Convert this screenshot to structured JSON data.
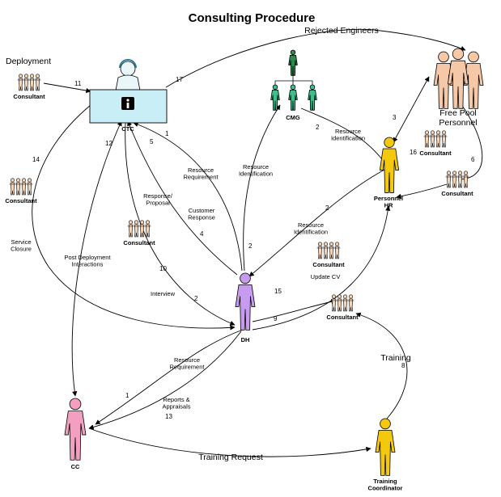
{
  "title": "Consulting Procedure",
  "nodes": {
    "ctc": "CTC",
    "cmg": "CMG",
    "dh": "DH",
    "hr": "Personnel\nHR",
    "cc": "CC",
    "training_coordinator": "Training\nCoordinator",
    "free_pool": "Free Pool\nPersonnel",
    "deployment": "Deployment"
  },
  "consultant_label": "Consultant",
  "edge_labels": {
    "rejected": "Rejected Engineers",
    "training": "Training",
    "training_request": "Training Request",
    "resource_requirement": "Resource\nRequirement",
    "resource_requirement_2": "Resource\nRequirement",
    "resource_identification_1": "Resource\nIdentification",
    "resource_identification_2": "Resource\nIdentification",
    "resource_identification_3": "Resource\nIdentification",
    "response_proposal": "Response/\nProposal",
    "customer_response": "Customer\nResponse",
    "service_closure": "Service\nClosure",
    "post_deployment": "Post Deployment\nInteractions",
    "interview": "Interview",
    "update_cv": "Update CV",
    "reports_appraisals": "Reports &\nAppraisals"
  },
  "edge_numbers": {
    "n17": "17",
    "n11": "11",
    "n12": "12",
    "n14": "14",
    "n1a": "1",
    "n5": "5",
    "n4": "4",
    "n10": "10",
    "n2a": "2",
    "n2b": "2",
    "n2c": "2",
    "n2d": "2",
    "n3": "3",
    "n16": "16",
    "n6": "6",
    "n15": "15",
    "n9": "9",
    "n1b": "1",
    "n13": "13",
    "n8": "8"
  },
  "colors": {
    "desk": "#c9eef6",
    "person_skin": "#eaf7fa",
    "cmg_top": "#2f8a4d",
    "cmg_staff": "#3fbf8a",
    "hr": "#f3c80d",
    "dh": "#c79cf0",
    "cc": "#f3a0c0",
    "training_coordinator": "#f3c80d",
    "free_pool": "#f5c8a8",
    "consultant": "#f5d6b8"
  }
}
